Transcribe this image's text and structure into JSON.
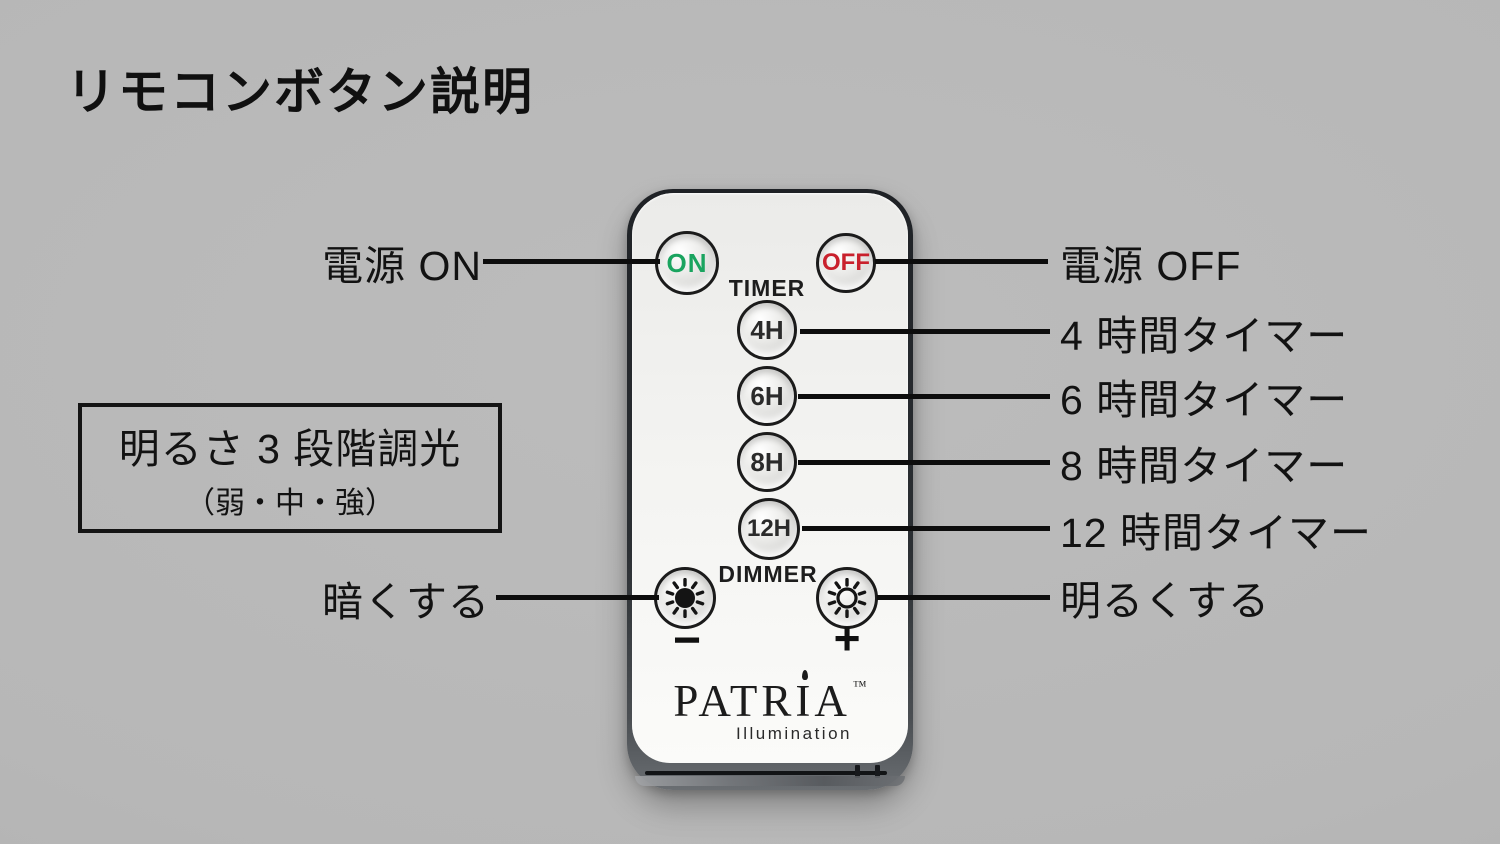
{
  "title": "リモコンボタン説明",
  "colors": {
    "background": "#b7b7b7",
    "on_green": "#1aa45f",
    "off_red": "#c9202c",
    "callout_line": "#0d0d0d",
    "remote_face": "#f3f3f1",
    "remote_border": "#2b2f33"
  },
  "remote": {
    "power_on_label": "ON",
    "power_off_label": "OFF",
    "timer_section_label": "TIMER",
    "dimmer_section_label": "DIMMER",
    "timer_buttons": [
      "4H",
      "6H",
      "8H",
      "12H"
    ],
    "dim_minus_symbol": "−",
    "dim_plus_symbol": "+",
    "icons": {
      "dim_down": "sun-filled-icon",
      "dim_up": "sun-outline-icon"
    },
    "brand": {
      "pre": "PATR",
      "i": "I",
      "post": "A",
      "tm": "™",
      "sub": "Illumination"
    }
  },
  "callouts": {
    "power_on": "電源 ON",
    "power_off": "電源 OFF",
    "timer_4h": "4 時間タイマー",
    "timer_6h": "6 時間タイマー",
    "timer_8h": "8 時間タイマー",
    "timer_12h": "12 時間タイマー",
    "dim_down": "暗くする",
    "dim_up": "明るくする"
  },
  "brightness_box": {
    "line1": "明るさ 3 段階調光",
    "line2": "（弱・中・強）"
  }
}
